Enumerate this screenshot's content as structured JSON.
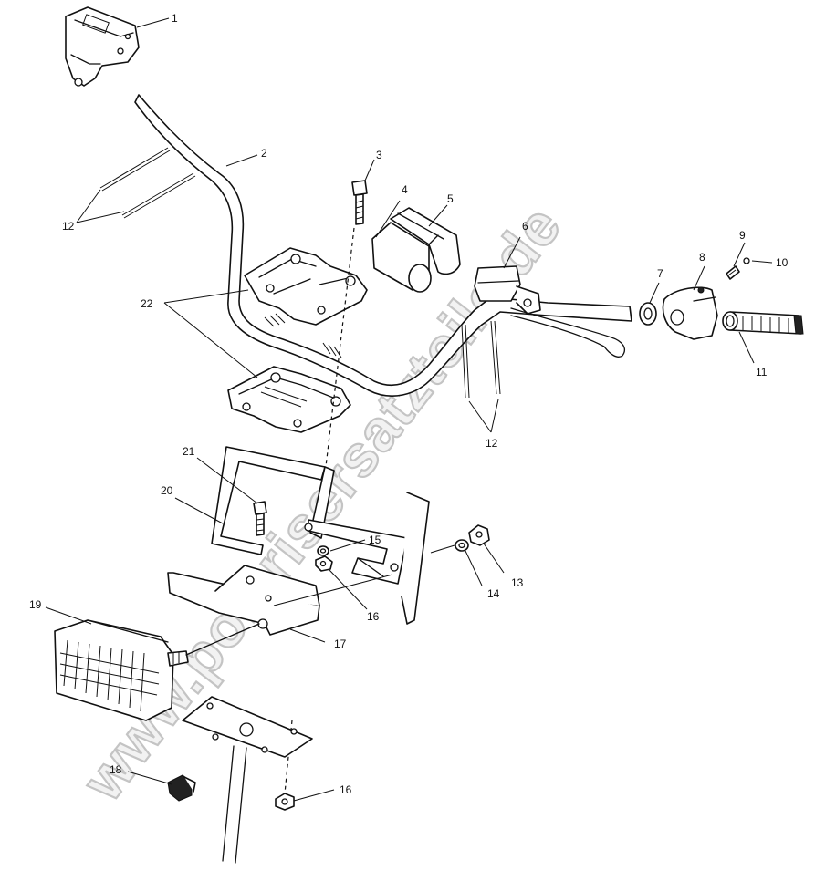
{
  "watermark": "www.polarisersatzteile.de",
  "callouts": {
    "c1": "1",
    "c2": "2",
    "c3": "3",
    "c4": "4",
    "c5": "5",
    "c6": "6",
    "c7": "7",
    "c8": "8",
    "c9": "9",
    "c10": "10",
    "c11": "11",
    "c12a": "12",
    "c12b": "12",
    "c13": "13",
    "c14": "14",
    "c15": "15",
    "c16a": "16",
    "c16b": "16",
    "c17": "17",
    "c18": "18",
    "c19": "19",
    "c20": "20",
    "c21": "21",
    "c22": "22"
  }
}
